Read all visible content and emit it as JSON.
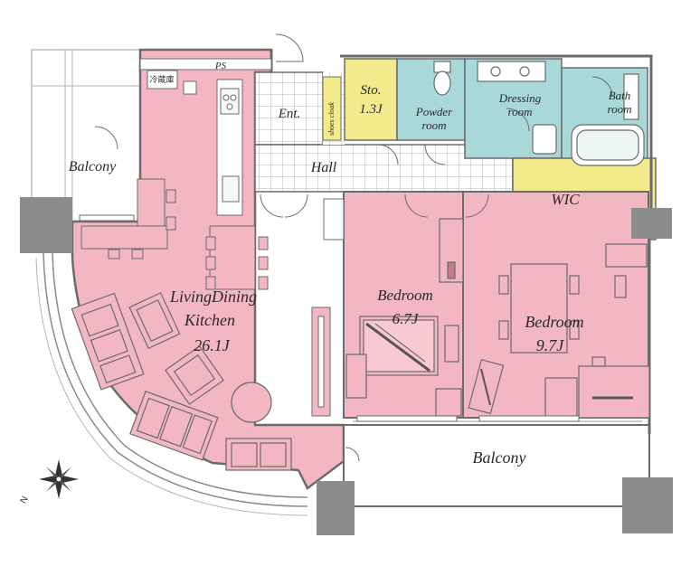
{
  "colors": {
    "living": "#f2b7c2",
    "wet": "#a9d8d9",
    "storage": "#f3ea8c",
    "wall": "#6b6b6b",
    "column": "#8c8c8c",
    "grid": "#9a9a9a",
    "balcony": "#ffffff"
  },
  "rooms": {
    "balcony_left": "Balcony",
    "ent": "Ent.",
    "shoes_cloak": "shoes cloak",
    "storage_name": "Sto.",
    "storage_size": "1.3J",
    "powder_line1": "Powder",
    "powder_line2": "room",
    "dressing_line1": "Dressing",
    "dressing_line2": "room",
    "bath_line1": "Bath",
    "bath_line2": "room",
    "hall": "Hall",
    "wic": "WIC",
    "ldk_line1": "LivingDining",
    "ldk_line2": "Kitchen",
    "ldk_size": "26.1J",
    "bedroom1_name": "Bedroom",
    "bedroom1_size": "6.7J",
    "bedroom2_name": "Bedroom",
    "bedroom2_size": "9.7J",
    "balcony_bottom": "Balcony",
    "ps": "PS",
    "fridge": "冷蔵庫"
  },
  "compass": {
    "north_label": "N",
    "icon": "compass-rose-icon"
  }
}
